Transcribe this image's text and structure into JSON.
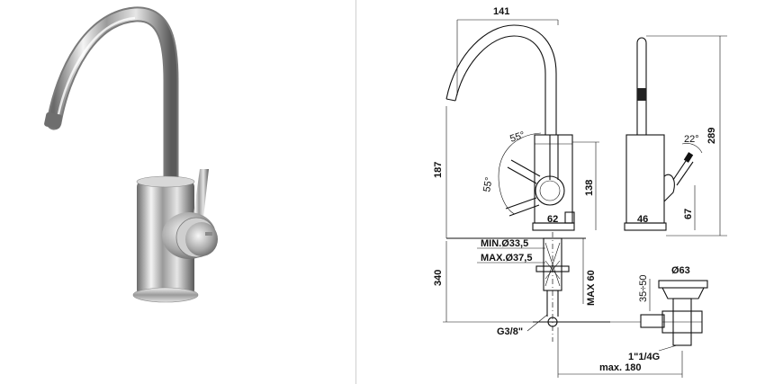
{
  "dimensions": {
    "width_top": "141",
    "height_spout": "187",
    "height_body": "138",
    "height_total": "289",
    "angle_a": "55°",
    "angle_b": "55°",
    "angle_c": "22°",
    "body_width": "62",
    "side_depth": "46",
    "side_height": "67",
    "hole_min": "MIN.Ø33,5",
    "hole_max": "MAX.Ø37,5",
    "below_counter": "340",
    "max_thickness": "MAX 60",
    "hose_thread": "G3/8\"",
    "drain_diameter": "Ø63",
    "drain_range": "35÷50",
    "drain_thread": "1\"1/4G",
    "max_length": "max. 180"
  }
}
